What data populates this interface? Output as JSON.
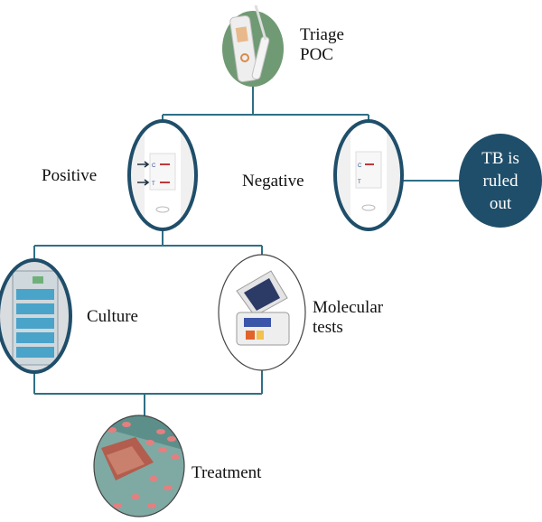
{
  "nodes": {
    "triage": {
      "line1": "Triage",
      "line2": "POC"
    },
    "positive": {
      "label": "Positive"
    },
    "negative": {
      "label": "Negative"
    },
    "ruled_out": {
      "line1": "TB is",
      "line2": "ruled",
      "line3": "out"
    },
    "culture": {
      "label": "Culture"
    },
    "molecular": {
      "line1": "Molecular",
      "line2": "tests"
    },
    "treatment": {
      "label": "Treatment"
    },
    "test_strip_marks": {
      "control": "C",
      "test": "T"
    }
  },
  "colors": {
    "connector": "#2f6f86",
    "node_border": "#1f4e6a",
    "ruled_out_fill": "#1f4e6a",
    "triage_fill": "#6f9a73",
    "strip_line": "#c0393b"
  }
}
